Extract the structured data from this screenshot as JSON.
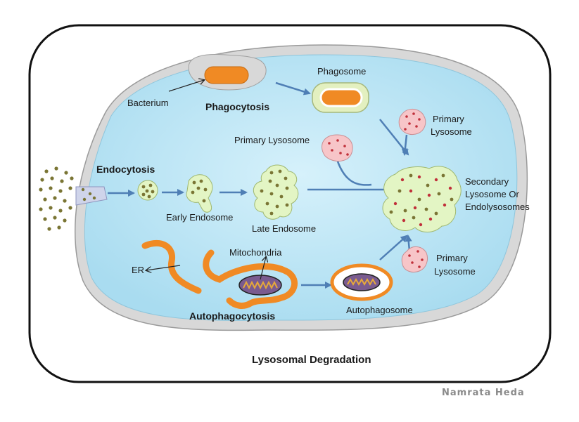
{
  "title": "Lysosomal Degradation",
  "credit": "Namrata Heda",
  "labels": {
    "phagosome": "Phagosome",
    "bacterium": "Bacterium",
    "phagocytosis": "Phagocytosis",
    "primary_lysosome_top_1": "Primary",
    "primary_lysosome_top_2": "Lysosome",
    "primary_lysosome_mid": "Primary  Lysosome",
    "endocytosis": "Endocytosis",
    "early_endosome": "Early Endosome",
    "late_endosome": "Late Endosome",
    "secondary_1": "Secondary",
    "secondary_2": "Lysosome Or",
    "secondary_3": "Endolysosomes",
    "er": "ER",
    "mitochondria": "Mitochondria",
    "autophagocytosis": "Autophagocytosis",
    "autophagosome": "Autophagosome",
    "primary_lysosome_bottom_1": "Primary",
    "primary_lysosome_bottom_2": "Lysosome"
  },
  "colors": {
    "cytoplasm": "#bfe6f5",
    "membrane": "#d9d9d9",
    "bacterium": "#f08a24",
    "lysosome": "#f7c5c8",
    "endosome": "#e3f5c4",
    "arrow": "#4f7fb5",
    "dot_olive": "#7a7534",
    "dot_red": "#c0303a"
  }
}
